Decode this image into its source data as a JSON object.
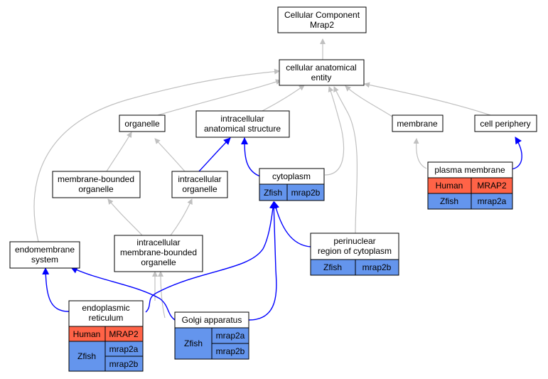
{
  "colors": {
    "gray_edge": "#c0c0c0",
    "blue_edge": "#0000ff",
    "node_border": "#000000",
    "human_fill": "#ff6347",
    "zfish_fill": "#6495ed",
    "background": "#ffffff"
  },
  "nodes": {
    "root": {
      "lines": [
        "Cellular Component",
        "Mrap2"
      ]
    },
    "cellular_anatomical_entity": {
      "lines": [
        "cellular anatomical",
        "entity"
      ]
    },
    "organelle": {
      "lines": [
        "organelle"
      ]
    },
    "intracellular_anatomical_structure": {
      "lines": [
        "intracellular",
        "anatomical structure"
      ]
    },
    "membrane": {
      "lines": [
        "membrane"
      ]
    },
    "cell_periphery": {
      "lines": [
        "cell periphery"
      ]
    },
    "membrane_bounded_organelle": {
      "lines": [
        "membrane-bounded",
        "organelle"
      ]
    },
    "intracellular_organelle": {
      "lines": [
        "intracellular",
        "organelle"
      ]
    },
    "cytoplasm": {
      "lines": [
        "cytoplasm"
      ],
      "annotations": [
        {
          "species": "Zfish",
          "genes": [
            "mrap2b"
          ]
        }
      ]
    },
    "plasma_membrane": {
      "lines": [
        "plasma membrane"
      ],
      "annotations": [
        {
          "species": "Human",
          "genes": [
            "MRAP2"
          ]
        },
        {
          "species": "Zfish",
          "genes": [
            "mrap2a"
          ]
        }
      ]
    },
    "intracellular_membrane_bounded_organelle": {
      "lines": [
        "intracellular",
        "membrane-bounded",
        "organelle"
      ]
    },
    "perinuclear_region": {
      "lines": [
        "perinuclear",
        "region of cytoplasm"
      ],
      "annotations": [
        {
          "species": "Zfish",
          "genes": [
            "mrap2b"
          ]
        }
      ]
    },
    "endomembrane_system": {
      "lines": [
        "endomembrane",
        "system"
      ]
    },
    "endoplasmic_reticulum": {
      "lines": [
        "endoplasmic",
        "reticulum"
      ],
      "annotations": [
        {
          "species": "Human",
          "genes": [
            "MRAP2"
          ]
        },
        {
          "species": "Zfish",
          "genes": [
            "mrap2a",
            "mrap2b"
          ]
        }
      ]
    },
    "golgi_apparatus": {
      "lines": [
        "Golgi apparatus"
      ],
      "annotations": [
        {
          "species": "Zfish",
          "genes": [
            "mrap2a",
            "mrap2b"
          ]
        }
      ]
    }
  }
}
